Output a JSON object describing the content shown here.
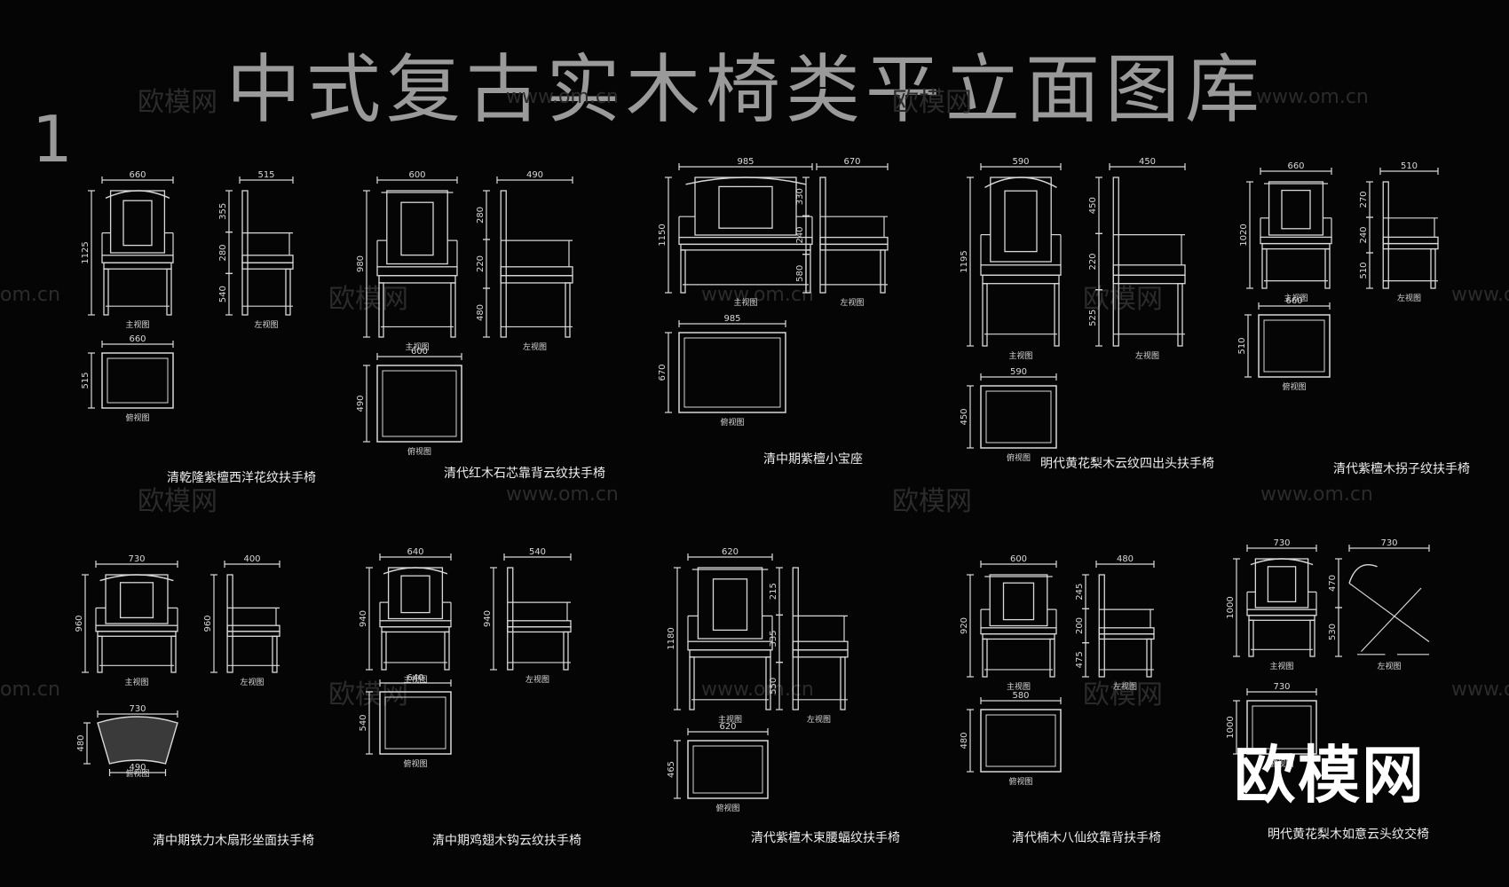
{
  "title": "中式复古实木椅类平立面图库",
  "page_number": "1",
  "watermark": {
    "brand": "欧模网",
    "url": "www.om.cn",
    "url_partial": "om.cn"
  },
  "logo_text": "欧模网",
  "view_labels": {
    "front": "主视图",
    "side": "左视图",
    "top": "俯视图"
  },
  "chairs": [
    {
      "caption": "清乾隆紫檀西洋花纹扶手椅",
      "front_width": "660",
      "side_depth": "515",
      "height": "1125",
      "side_dims": [
        "355",
        "280",
        "540"
      ],
      "top_width": "660",
      "top_depth": "515"
    },
    {
      "caption": "清代红木石芯靠背云纹扶手椅",
      "front_width": "600",
      "side_depth": "490",
      "height": "980",
      "side_dims": [
        "280",
        "220",
        "480"
      ],
      "top_width": "600",
      "top_depth": "490"
    },
    {
      "caption": "清中期紫檀小宝座",
      "front_width": "985",
      "side_depth": "670",
      "height": "1150",
      "side_dims": [
        "330",
        "240",
        "580"
      ],
      "top_width": "985",
      "top_depth": "670"
    },
    {
      "caption": "明代黄花梨木云纹四出头扶手椅",
      "front_width": "590",
      "side_depth": "450",
      "height": "1195",
      "side_dims": [
        "450",
        "220",
        "525"
      ],
      "top_width": "590",
      "top_depth": "450"
    },
    {
      "caption": "清代紫檀木拐子纹扶手椅",
      "front_width": "660",
      "side_depth": "510",
      "height": "1020",
      "side_dims": [
        "270",
        "240",
        "510"
      ],
      "top_width": "660",
      "top_depth": "510"
    },
    {
      "caption": "清中期铁力木扇形坐面扶手椅",
      "front_width": "730",
      "side_depth": "400",
      "height": "960",
      "side_dims": [
        "960"
      ],
      "top_width": "730",
      "top_depth": "480",
      "top_bottom": "490"
    },
    {
      "caption": "清中期鸡翅木钩云纹扶手椅",
      "front_width": "640",
      "side_depth": "540",
      "height": "940",
      "side_dims": [
        "940"
      ],
      "top_width": "640",
      "top_depth": "540"
    },
    {
      "caption": "清代紫檀木束腰蝠纹扶手椅",
      "front_width": "620",
      "side_depth": "",
      "height": "1180",
      "side_dims": [
        "215",
        "335",
        "550"
      ],
      "top_width": "620",
      "top_depth": "465"
    },
    {
      "caption": "清代楠木八仙纹靠背扶手椅",
      "front_width": "600",
      "side_depth": "480",
      "height": "920",
      "side_dims": [
        "245",
        "200",
        "475"
      ],
      "top_width": "580",
      "top_depth": "480"
    },
    {
      "caption": "明代黄花梨木如意云头纹交椅",
      "front_width": "730",
      "side_depth": "730",
      "height": "1000",
      "side_dims": [
        "470",
        "530"
      ],
      "top_width": "730",
      "top_depth": "1000"
    }
  ]
}
